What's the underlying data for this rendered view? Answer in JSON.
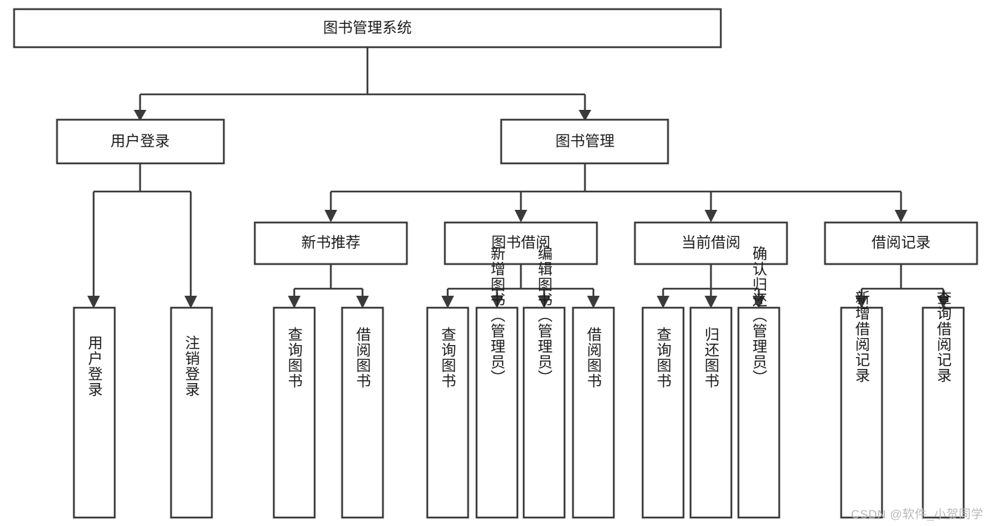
{
  "diagram": {
    "type": "tree",
    "title": "图书管理系统",
    "watermark": "CSDN @软件_小贺同学",
    "levels": [
      {
        "level": 1,
        "nodes": [
          {
            "id": "root",
            "label": "图书管理系统",
            "orientation": "horizontal"
          }
        ]
      },
      {
        "level": 2,
        "nodes": [
          {
            "id": "user-login",
            "label": "用户登录",
            "parent": "root",
            "orientation": "horizontal"
          },
          {
            "id": "book-manage",
            "label": "图书管理",
            "parent": "root",
            "orientation": "horizontal"
          }
        ]
      },
      {
        "level": 3,
        "nodes": [
          {
            "id": "new-book-rec",
            "label": "新书推荐",
            "parent": "book-manage",
            "orientation": "horizontal"
          },
          {
            "id": "book-borrow",
            "label": "图书借阅",
            "parent": "book-manage",
            "orientation": "horizontal"
          },
          {
            "id": "current-borrow",
            "label": "当前借阅",
            "parent": "book-manage",
            "orientation": "horizontal"
          },
          {
            "id": "borrow-record",
            "label": "借阅记录",
            "parent": "book-manage",
            "orientation": "horizontal"
          }
        ]
      },
      {
        "level": 4,
        "nodes": [
          {
            "id": "leaf-user-login",
            "label": "用户登录",
            "parent": "user-login",
            "orientation": "vertical"
          },
          {
            "id": "leaf-logout",
            "label": "注销登录",
            "parent": "user-login",
            "orientation": "vertical"
          },
          {
            "id": "leaf-query-book-1",
            "label": "查询图书",
            "parent": "new-book-rec",
            "orientation": "vertical"
          },
          {
            "id": "leaf-borrow-book-1",
            "label": "借阅图书",
            "parent": "new-book-rec",
            "orientation": "vertical"
          },
          {
            "id": "leaf-query-book-2",
            "label": "查询图书",
            "parent": "book-borrow",
            "orientation": "vertical"
          },
          {
            "id": "leaf-add-book",
            "label": "新增图书（管理员）",
            "parent": "book-borrow",
            "orientation": "vertical"
          },
          {
            "id": "leaf-edit-book",
            "label": "编辑图书（管理员）",
            "parent": "book-borrow",
            "orientation": "vertical"
          },
          {
            "id": "leaf-borrow-book-2",
            "label": "借阅图书",
            "parent": "book-borrow",
            "orientation": "vertical"
          },
          {
            "id": "leaf-query-book-3",
            "label": "查询图书",
            "parent": "current-borrow",
            "orientation": "vertical"
          },
          {
            "id": "leaf-return-book",
            "label": "归还图书",
            "parent": "current-borrow",
            "orientation": "vertical"
          },
          {
            "id": "leaf-confirm-return",
            "label": "确认归还（管理员）",
            "parent": "current-borrow",
            "orientation": "vertical"
          },
          {
            "id": "leaf-add-record",
            "label": "新增借阅记录",
            "parent": "borrow-record",
            "orientation": "vertical"
          },
          {
            "id": "leaf-query-record",
            "label": "查询借阅记录",
            "parent": "borrow-record",
            "orientation": "vertical"
          }
        ]
      }
    ],
    "colors": {
      "box_stroke": "#3a3a3a",
      "box_fill": "#ffffff",
      "text": "#1b1b1b",
      "connector": "#3a3a3a",
      "watermark": "#b9b9b9",
      "background": "#ffffff"
    }
  }
}
